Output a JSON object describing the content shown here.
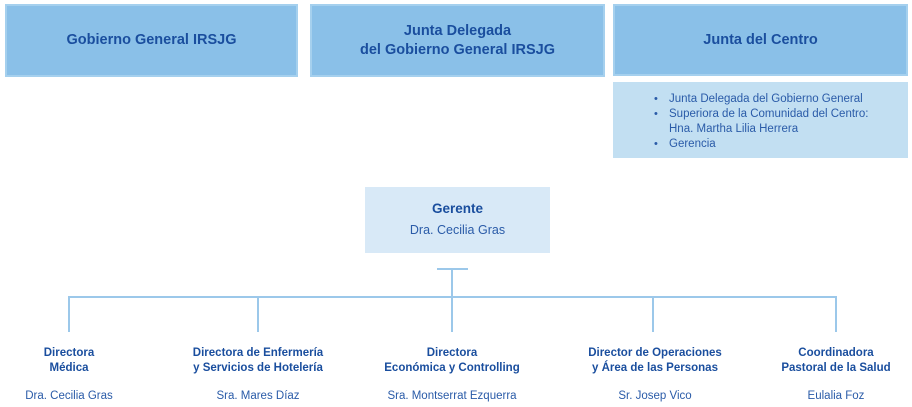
{
  "colors": {
    "top_box_fill": "#8ac0e8",
    "top_box_border": "#a5d0ee",
    "list_box_fill": "#c2dff2",
    "manager_box_fill": "#d8e9f7",
    "heading_text": "#1a4e9e",
    "body_text": "#2a5ba8",
    "connector_line": "#9cc8ea"
  },
  "top_boxes": [
    {
      "label": "Gobierno General IRSJG"
    },
    {
      "label": "Junta Delegada\ndel Gobierno General IRSJG"
    },
    {
      "label": "Junta del Centro"
    }
  ],
  "junta_centro_members": {
    "items": [
      "Junta Delegada del Gobierno General",
      "Superiora de la Comunidad del Centro:\nHna. Martha Lilia Herrera",
      "Gerencia"
    ]
  },
  "manager": {
    "title": "Gerente",
    "name": "Dra. Cecilia Gras"
  },
  "reports": [
    {
      "title": "Directora\nMédica",
      "name": "Dra. Cecilia Gras"
    },
    {
      "title": "Directora de Enfermería\ny  Servicios de Hotelería",
      "name": "Sra. Mares Díaz"
    },
    {
      "title": "Directora\nEconómica y Controlling",
      "name": "Sra. Montserrat Ezquerra"
    },
    {
      "title": "Director de Operaciones\ny Área de las Personas",
      "name": "Sr. Josep Vico"
    },
    {
      "title": "Coordinadora\nPastoral de la Salud",
      "name": "Eulalia Foz"
    }
  ]
}
